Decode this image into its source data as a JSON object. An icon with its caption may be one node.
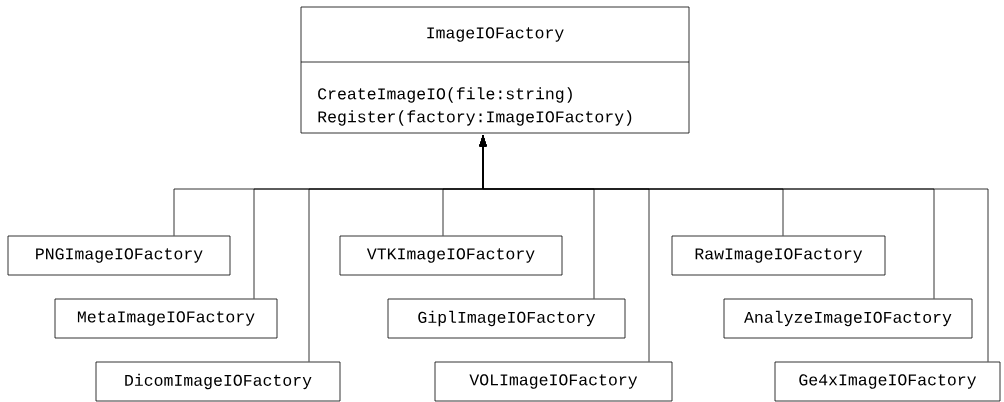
{
  "diagram": {
    "nodes": [
      {
        "text": [
          "ImageIOFactory",
          "CreateImageIO(file:string)",
          "Register(factory:ImageIOFactory)"
        ]
      },
      {
        "text": [
          "PNGImageIOFactory"
        ]
      },
      {
        "text": [
          "MetaImageIOFactory"
        ]
      },
      {
        "text": [
          "DicomImageIOFactory"
        ]
      },
      {
        "text": [
          "VTKImageIOFactory"
        ]
      },
      {
        "text": [
          "GiplImageIOFactory"
        ]
      },
      {
        "text": [
          "VOLImageIOFactory"
        ]
      },
      {
        "text": [
          "RawImageIOFactory"
        ]
      },
      {
        "text": [
          "AnalyzeImageIOFactory"
        ]
      },
      {
        "text": [
          "Ge4xImageIOFactory"
        ]
      }
    ],
    "edges": [
      {
        "from": 1,
        "to": 0,
        "arrow": "to"
      },
      {
        "from": 2,
        "to": 0,
        "arrow": "to"
      },
      {
        "from": 3,
        "to": 0,
        "arrow": "to"
      },
      {
        "from": 4,
        "to": 0,
        "arrow": "to"
      },
      {
        "from": 5,
        "to": 0,
        "arrow": "to"
      },
      {
        "from": 6,
        "to": 0,
        "arrow": "to"
      },
      {
        "from": 7,
        "to": 0,
        "arrow": "to"
      },
      {
        "from": 8,
        "to": 0,
        "arrow": "to"
      },
      {
        "from": 9,
        "to": 0,
        "arrow": "to"
      }
    ]
  }
}
